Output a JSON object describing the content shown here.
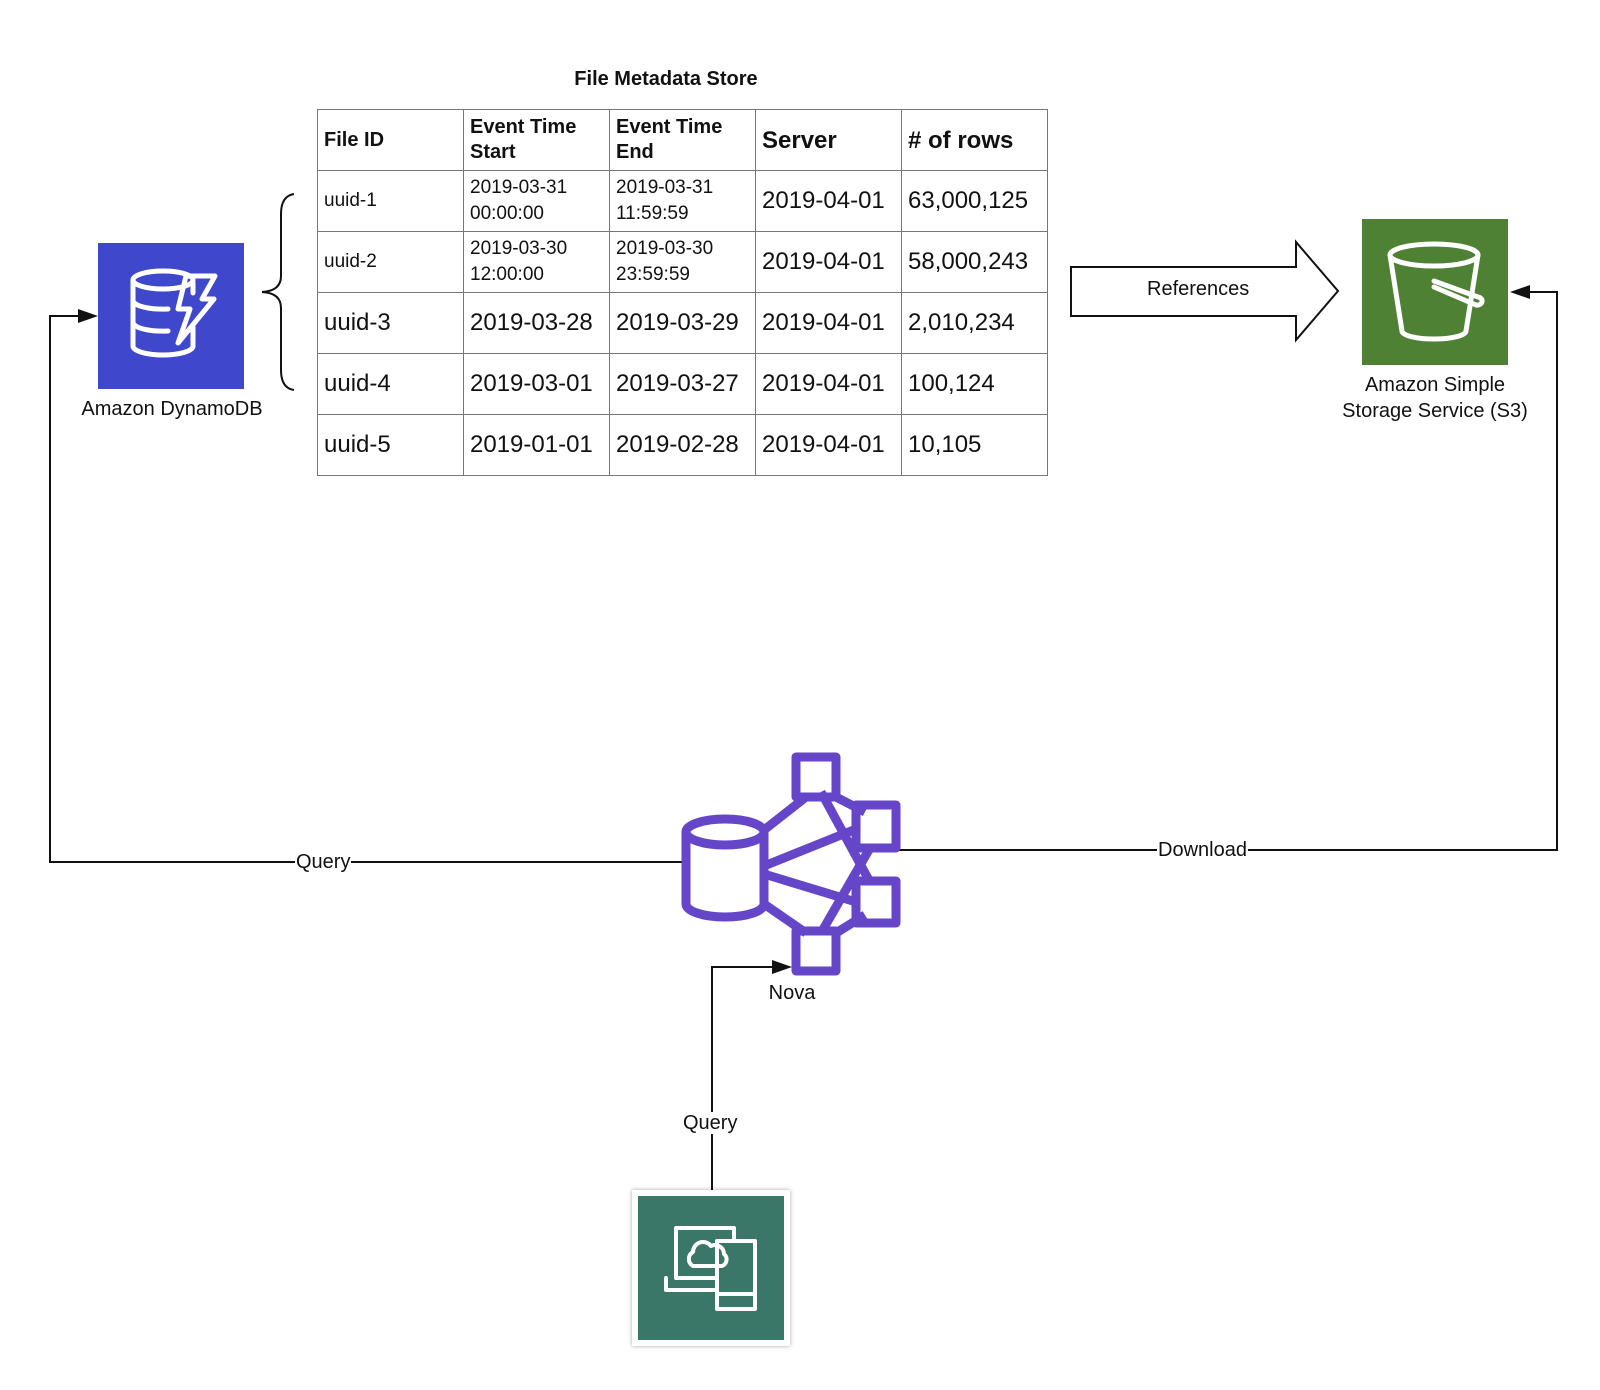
{
  "diagram": {
    "table_title": "File Metadata Store",
    "table": {
      "headers": [
        "File ID",
        "Event Time Start",
        "Event Time End",
        "Server",
        "# of rows"
      ],
      "header_lines": [
        [
          "File ID"
        ],
        [
          "Event Time",
          "Start"
        ],
        [
          "Event Time",
          "End"
        ],
        [
          "Server"
        ],
        [
          "# of rows"
        ]
      ],
      "rows": [
        {
          "file_id": "uuid-1",
          "start": [
            "2019-03-31",
            "00:00:00"
          ],
          "end": [
            "2019-03-31",
            "11:59:59"
          ],
          "server": "2019-04-01",
          "rows": "63,000,125"
        },
        {
          "file_id": "uuid-2",
          "start": [
            "2019-03-30",
            "12:00:00"
          ],
          "end": [
            "2019-03-30",
            "23:59:59"
          ],
          "server": "2019-04-01",
          "rows": "58,000,243"
        },
        {
          "file_id": "uuid-3",
          "start": [
            "2019-03-28"
          ],
          "end": [
            "2019-03-29"
          ],
          "server": "2019-04-01",
          "rows": "2,010,234"
        },
        {
          "file_id": "uuid-4",
          "start": [
            "2019-03-01"
          ],
          "end": [
            "2019-03-27"
          ],
          "server": "2019-04-01",
          "rows": "100,124"
        },
        {
          "file_id": "uuid-5",
          "start": [
            "2019-01-01"
          ],
          "end": [
            "2019-02-28"
          ],
          "server": "2019-04-01",
          "rows": "10,105"
        }
      ]
    },
    "nodes": {
      "dynamodb": {
        "label": "Amazon DynamoDB",
        "color": "#3F48CC"
      },
      "s3": {
        "label_lines": [
          "Amazon Simple",
          "Storage Service (S3)"
        ],
        "color": "#4E8133"
      },
      "nova": {
        "label": "Nova",
        "color": "#6546C8"
      },
      "client": {
        "label": "",
        "color": "#3A7768"
      }
    },
    "edges": {
      "references": "References",
      "query_nova_to_dynamodb": "Query",
      "download": "Download",
      "query_client_to_nova": "Query"
    },
    "icons": {
      "dynamodb": "dynamodb-icon",
      "s3": "bucket-icon",
      "nova": "network-database-icon",
      "client": "laptop-cloud-icon"
    }
  }
}
